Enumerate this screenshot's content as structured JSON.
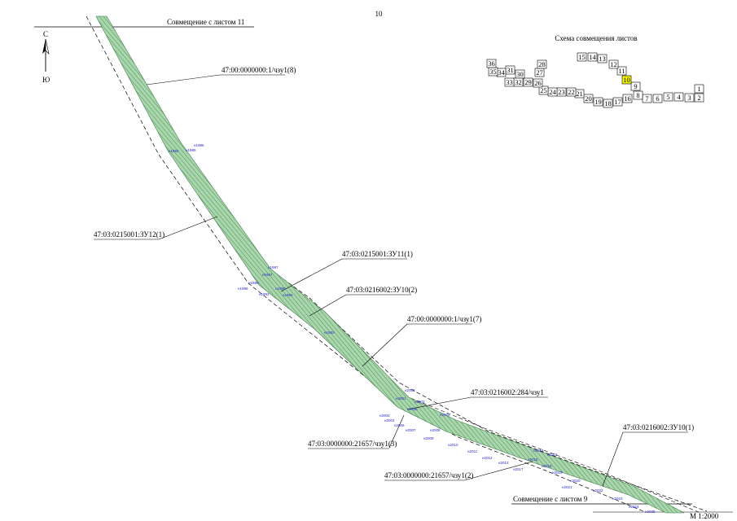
{
  "page_number": "10",
  "top_join_label": "Совмещение с листом 11",
  "bottom_join_label": "Совмещение с листом 9",
  "scale": "М 1:2000",
  "north_label": "С",
  "south_label": "Ю",
  "key_map_title": "Схема совмещения листов",
  "current_sheet": "10",
  "highlight_color": "#f2f200",
  "corridor_color": "#9fd1a4",
  "point_color": "#2828c8",
  "callouts": [
    {
      "id": "c1",
      "text": "47:00:0000000:1/чзу1(8)"
    },
    {
      "id": "c2",
      "text": "47:03:0215001:ЗУ12(1)"
    },
    {
      "id": "c3",
      "text": "47:03:0215001:ЗУ11(1)"
    },
    {
      "id": "c4",
      "text": "47:03:0216002:ЗУ10(2)"
    },
    {
      "id": "c5",
      "text": "47:00:0000000:1/чзу1(7)"
    },
    {
      "id": "c6",
      "text": "47:03:0216002:284/чзу1"
    },
    {
      "id": "c7",
      "text": "47:03:0000000:21657/чзу1(3)"
    },
    {
      "id": "c8",
      "text": "47:03:0000000:21657/чзу1(2)"
    },
    {
      "id": "c9",
      "text": "47:03:0216002:ЗУ10(1)"
    }
  ],
  "sheets": [
    {
      "n": "1"
    },
    {
      "n": "2"
    },
    {
      "n": "3"
    },
    {
      "n": "4"
    },
    {
      "n": "5"
    },
    {
      "n": "6"
    },
    {
      "n": "7"
    },
    {
      "n": "8"
    },
    {
      "n": "9"
    },
    {
      "n": "10"
    },
    {
      "n": "11"
    },
    {
      "n": "12"
    },
    {
      "n": "13"
    },
    {
      "n": "14"
    },
    {
      "n": "15"
    },
    {
      "n": "16"
    },
    {
      "n": "17"
    },
    {
      "n": "18"
    },
    {
      "n": "19"
    },
    {
      "n": "20"
    },
    {
      "n": "21"
    },
    {
      "n": "22"
    },
    {
      "n": "23"
    },
    {
      "n": "24"
    },
    {
      "n": "25"
    },
    {
      "n": "26"
    },
    {
      "n": "27"
    },
    {
      "n": "28"
    },
    {
      "n": "29"
    },
    {
      "n": "30"
    },
    {
      "n": "31"
    },
    {
      "n": "32"
    },
    {
      "n": "33"
    },
    {
      "n": "34"
    },
    {
      "n": "35"
    },
    {
      "n": "36"
    }
  ],
  "points": [
    {
      "t": "н1986"
    },
    {
      "t": "н1985"
    },
    {
      "t": "н1984"
    },
    {
      "t": "н1997"
    },
    {
      "t": "н1987"
    },
    {
      "t": "н1998"
    },
    {
      "t": "н1996"
    },
    {
      "t": "н1995"
    },
    {
      "t": "н1993"
    },
    {
      "t": "н1994"
    },
    {
      "t": "н1983"
    },
    {
      "t": "н2000"
    },
    {
      "t": "н2001"
    },
    {
      "t": "н2002"
    },
    {
      "t": "н1999"
    },
    {
      "t": "н2003"
    },
    {
      "t": "н2004"
    },
    {
      "t": "н2005"
    },
    {
      "t": "н2006"
    },
    {
      "t": "н2007"
    },
    {
      "t": "н2008"
    },
    {
      "t": "н2009"
    },
    {
      "t": "н2010"
    },
    {
      "t": "н2011"
    },
    {
      "t": "н2012"
    },
    {
      "t": "н2013"
    },
    {
      "t": "н2014"
    },
    {
      "t": "н2015"
    },
    {
      "t": "н2016"
    },
    {
      "t": "н2017"
    },
    {
      "t": "н2018"
    },
    {
      "t": "н2019"
    },
    {
      "t": "н2020"
    },
    {
      "t": "н2021"
    },
    {
      "t": "н2022"
    },
    {
      "t": "н2023"
    },
    {
      "t": "н2024"
    },
    {
      "t": "н2025"
    }
  ]
}
